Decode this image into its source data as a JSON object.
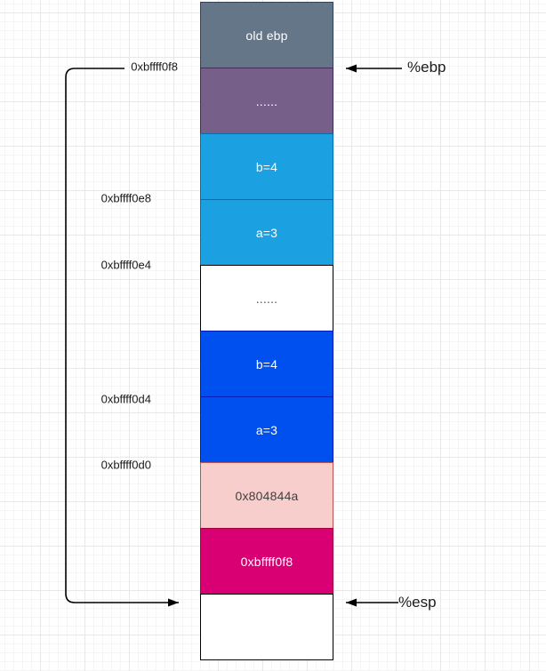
{
  "diagram": {
    "stack_rows": [
      {
        "label": "old ebp",
        "fill": "#647687",
        "stroke": "#314354",
        "text_color": "#ffffff"
      },
      {
        "label": "......",
        "fill": "#76608a",
        "stroke": "#432d57",
        "text_color": "#ffffff"
      },
      {
        "label": "b=4",
        "fill": "#1ba1e2",
        "stroke": "#006eaf",
        "text_color": "#ffffff"
      },
      {
        "label": "a=3",
        "fill": "#1ba1e2",
        "stroke": "#006eaf",
        "text_color": "#ffffff"
      },
      {
        "label": "......",
        "fill": "#ffffff",
        "stroke": "#000000",
        "text_color": "#595959"
      },
      {
        "label": "b=4",
        "fill": "#0050ef",
        "stroke": "#001dbc",
        "text_color": "#ffffff"
      },
      {
        "label": "a=3",
        "fill": "#0050ef",
        "stroke": "#001dbc",
        "text_color": "#ffffff"
      },
      {
        "label": "0x804844a",
        "fill": "#f8cecc",
        "stroke": "#b85450",
        "text_color": "#404040"
      },
      {
        "label": "0xbffff0f8",
        "fill": "#d80073",
        "stroke": "#a50040",
        "text_color": "#ffffff"
      },
      {
        "label": "",
        "fill": "#ffffff",
        "stroke": "#000000",
        "text_color": "#000000"
      }
    ],
    "address_labels": [
      {
        "text": "0xbffff0f8"
      },
      {
        "text": "0xbffff0e8"
      },
      {
        "text": "0xbffff0e4"
      },
      {
        "text": "0xbffff0d4"
      },
      {
        "text": "0xbffff0d0"
      }
    ],
    "register_pointers": {
      "ebp": "%ebp",
      "esp": "%esp"
    },
    "arrow_color": "#000000"
  }
}
